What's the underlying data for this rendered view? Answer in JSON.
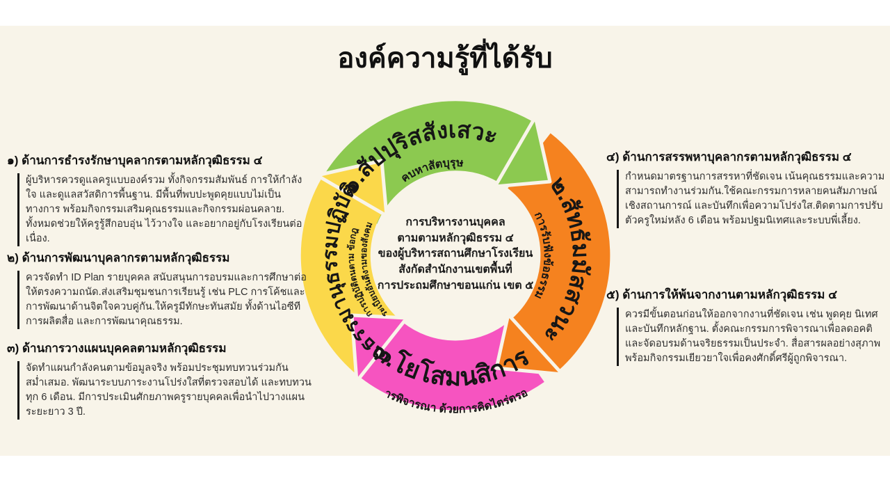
{
  "title": "องค์ความรู้ที่ได้รับ",
  "center_text": {
    "lines": [
      "การบริหารงานบุคคล",
      "ตามตามหลักวุฒิธรรม ๔",
      "ของผู้บริหารสถานศึกษาโรงเรียน",
      "สังกัดสำนักงานเขตพื้นที่",
      "การประถมศึกษาขอนแก่น เขต ๕"
    ]
  },
  "cycle": {
    "steps": [
      {
        "label": "๑.สัปปุริสสังเสวะ",
        "sublabel": "คบหาสัตบุรุษ",
        "color": "#8cc950"
      },
      {
        "label": "๒.สัทธัมมัสสวนะ",
        "sublabel": "การรับฟังข้อธรรม",
        "color": "#f5821f"
      },
      {
        "label": "๓.โยโสมนสิการ",
        "sublabel": "การพิจารณา ด้วยการคิดไตร่ตรอง",
        "color": "#f654c0"
      },
      {
        "label": "๔.ธรรมานุธรรมปฏิบัติ",
        "sublabel_line1": "การปฏิบัติตนตาม ข้อกฎ",
        "sublabel_line2": "ระเบียบอันดีงามของสังคม",
        "color": "#fbd84a"
      }
    ]
  },
  "sections": [
    {
      "heading": "๑) ด้านการธำรงรักษาบุคลากรตามหลักวุฒิธรรม ๔",
      "body": "ผู้บริหารควรดูแลครูแบบองค์รวม ทั้งกิจกรรมสัมพันธ์ การให้กำลังใจ และดูแลสวัสดิการพื้นฐาน. มีพื้นที่พบปะพูดคุยแบบไม่เป็นทางการ พร้อมกิจกรรมเสริมคุณธรรมและกิจกรรมผ่อนคลาย. ทั้งหมดช่วยให้ครูรู้สึกอบอุ่น ไว้วางใจ และอยากอยู่กับโรงเรียนต่อเนื่อง."
    },
    {
      "heading": "๒) ด้านการพัฒนาบุคลากรตามหลักวุฒิธรรม",
      "body": "ควรจัดทำ ID Plan รายบุคคล สนับสนุนการอบรมและการศึกษาต่อให้ตรงความถนัด.ส่งเสริมชุมชนการเรียนรู้ เช่น PLC การโค้ชและการพัฒนาด้านจิตใจควบคู่กัน.ให้ครูมีทักษะทันสมัย ทั้งด้านไอซีที การผลิตสื่อ และการพัฒนาคุณธรรม."
    },
    {
      "heading": "๓) ด้านการวางแผนบุคคลตามหลักวุฒิธรรม",
      "body": "จัดทำแผนกำลังคนตามข้อมูลจริง พร้อมประชุมทบทวนร่วมกันสม่ำเสมอ. พัฒนาระบบภาระงานโปร่งใสที่ตรวจสอบได้ และทบทวนทุก 6 เดือน. มีการประเมินศักยภาพครูรายบุคคลเพื่อนำไปวางแผนระยะยาว 3 ปี."
    },
    {
      "heading": "๔) ด้านการสรรพหาบุคลากรตามหลักวุฒิธรรม ๔",
      "body": "กำหนดมาตรฐานการสรรหาที่ชัดเจน เน้นคุณธรรมและความสามารถทำงานร่วมกัน.ใช้คณะกรรมการหลายคนสัมภาษณ์เชิงสถานการณ์ และบันทึกเพื่อความโปร่งใส.ติดตามการปรับตัวครูใหม่หลัง 6 เดือน พร้อมปฐมนิเทศและระบบพี่เลี้ยง."
    },
    {
      "heading": "๕) ด้านการให้พ้นจากงานตามหลักวุฒิธรรม ๔",
      "body": "ควรมีขั้นตอนก่อนให้ออกจากงานที่ชัดเจน เช่น พูดคุย นิเทศ และบันทึกหลักฐาน. ตั้งคณะกรรมการพิจารณาเพื่อลดอคติ และจัดอบรมด้านจริยธรรมเป็นประจำ. สื่อสารผลอย่างสุภาพ พร้อมกิจกรรมเยียวยาใจเพื่อคงศักดิ์ศรีผู้ถูกพิจารณา."
    }
  ],
  "colors": {
    "slide_background": "#f8f4e9",
    "page_background": "#ffffff",
    "text_dark": "#1d1d1d"
  }
}
